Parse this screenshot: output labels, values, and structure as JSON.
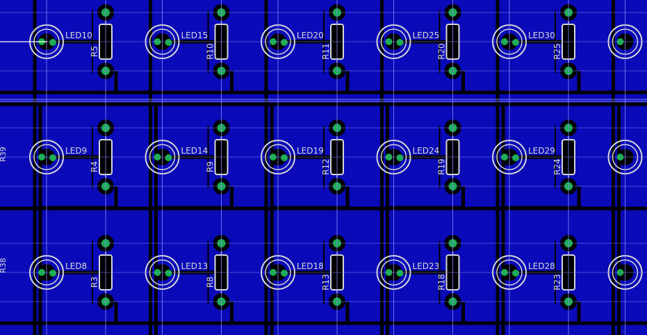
{
  "colors": {
    "copper_fill": "#0a0ab8",
    "track": "#000000",
    "pad_ring": "#000000",
    "pad_center": "#16b04a",
    "silkscreen": "#d8d8d8",
    "grid": "#8a8aff"
  },
  "cursor": "crosshair",
  "edge_labels": [
    "R39",
    "R38"
  ],
  "rows": [
    {
      "cells": [
        {
          "led": "LED10",
          "res": "R5"
        },
        {
          "led": "LED15",
          "res": "R10"
        },
        {
          "led": "LED20",
          "res": "R11"
        },
        {
          "led": "LED25",
          "res": "R20"
        },
        {
          "led": "LED30",
          "res": "R25"
        }
      ]
    },
    {
      "cells": [
        {
          "led": "LED9",
          "res": "R4"
        },
        {
          "led": "LED14",
          "res": "R9"
        },
        {
          "led": "LED19",
          "res": "R12"
        },
        {
          "led": "LED24",
          "res": "R19"
        },
        {
          "led": "LED29",
          "res": "R24"
        }
      ]
    },
    {
      "cells": [
        {
          "led": "LED8",
          "res": "R3"
        },
        {
          "led": "LED13",
          "res": "R8"
        },
        {
          "led": "LED18",
          "res": "R13"
        },
        {
          "led": "LED23",
          "res": "R18"
        },
        {
          "led": "LED28",
          "res": "R23"
        }
      ]
    }
  ]
}
